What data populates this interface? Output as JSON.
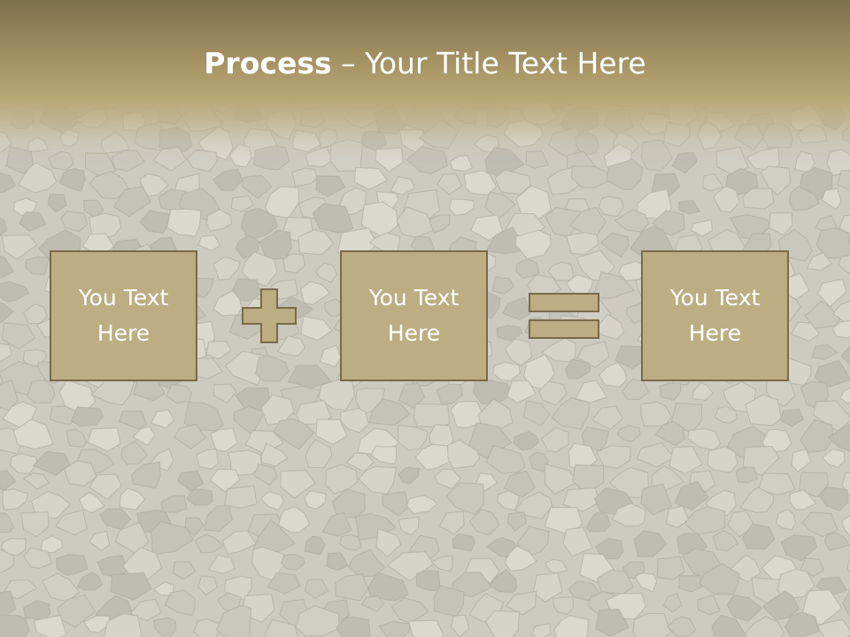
{
  "slide": {
    "title_bold": "Process",
    "title_rest": " – Your Title Text Here",
    "boxes": [
      {
        "label": "You Text Here"
      },
      {
        "label": "You Text Here"
      },
      {
        "label": "You Text Here"
      }
    ],
    "operators": [
      {
        "icon": "plus-icon"
      },
      {
        "icon": "equals-icon"
      }
    ]
  },
  "colors": {
    "header_top": "#7d704e",
    "header_bottom": "#b8a674",
    "box_fill": "#bcad83",
    "box_border": "#7a6a46",
    "text": "#ffffff",
    "background": "#c9c6bd"
  }
}
